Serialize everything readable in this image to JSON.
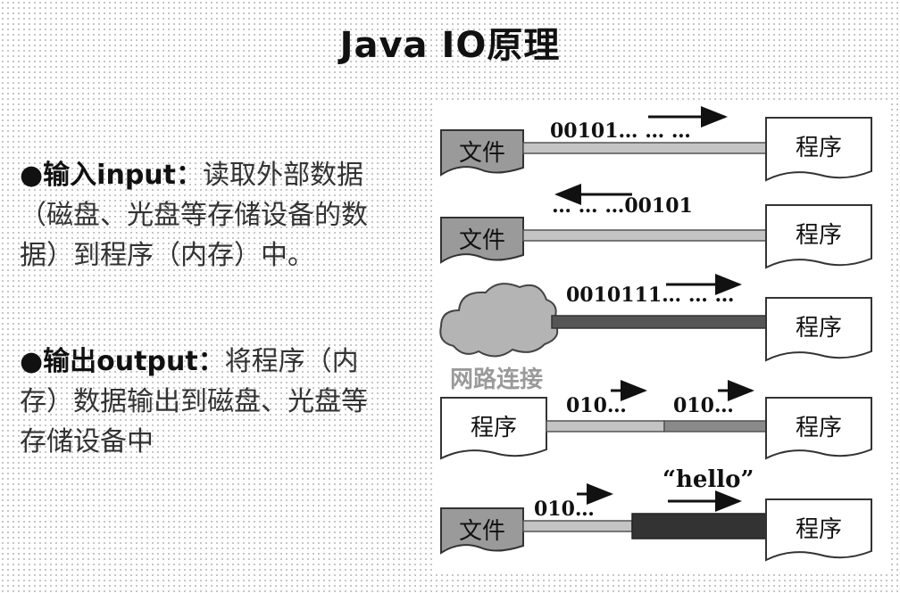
{
  "slide": {
    "title": "Java IO原理"
  },
  "bullets": [
    {
      "lead": "●输入input：",
      "text": "读取外部数据（磁盘、光盘等存储设备的数据）到程序（内存）中。"
    },
    {
      "lead": "●输出output：",
      "text": "将程序（内存）数据输出到磁盘、光盘等存储设备中"
    }
  ],
  "diagram": {
    "rows": [
      {
        "source": "文件",
        "target": "程序",
        "stream_label": "00101… … …",
        "direction": "right"
      },
      {
        "source": "文件",
        "target": "程序",
        "stream_label": "… … …00101",
        "direction": "left"
      },
      {
        "source_caption": "网路连接",
        "target": "程序",
        "stream_label": "0010111… … …",
        "direction": "right"
      },
      {
        "source": "程序",
        "target": "程序",
        "stream_label_left": "010…",
        "stream_label_right": "010…",
        "direction": "right"
      },
      {
        "source": "文件",
        "target": "程序",
        "stream_label_left": "010…",
        "stream_label_right": "“hello”",
        "direction": "right"
      }
    ]
  }
}
